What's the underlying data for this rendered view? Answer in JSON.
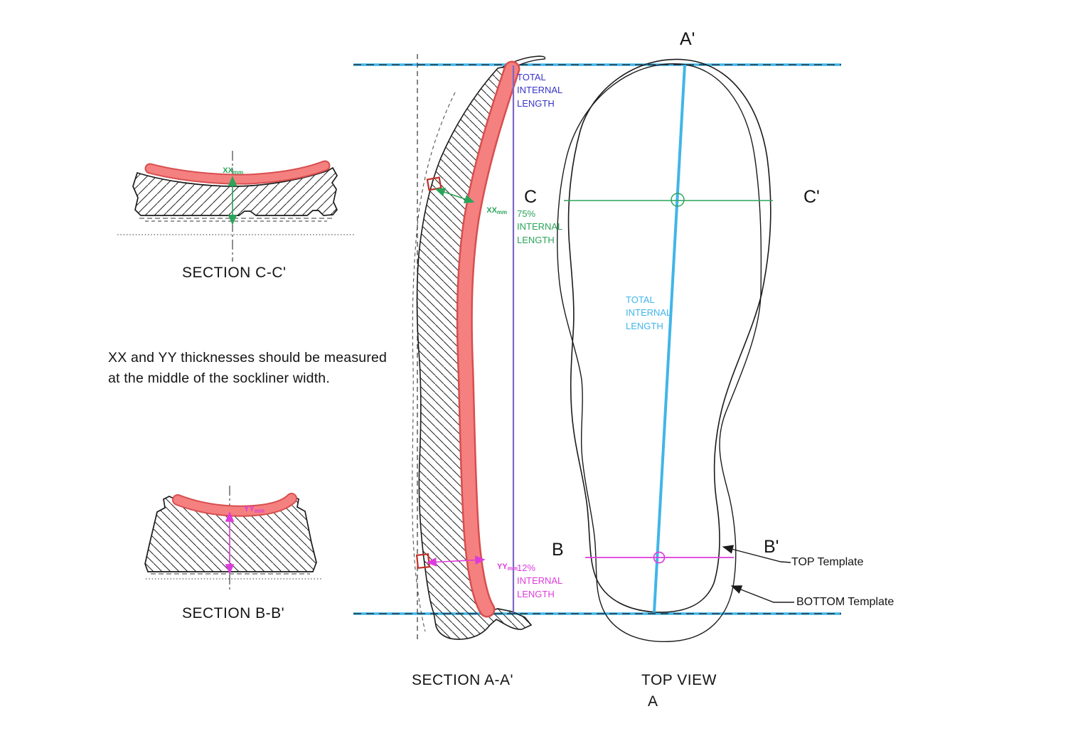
{
  "figure": "Sockliner thickness and internal length measurement diagram",
  "colors": {
    "pink": "#F58080",
    "pink_outline": "#D84E4E",
    "cyan": "#41B5E8",
    "green": "#2BA45A",
    "magenta": "#DC3CDC",
    "purple": "#7C68C4",
    "blue_text": "#3834C8",
    "red_marker": "#C03028",
    "line_black": "#1B1B1B"
  },
  "labels": {
    "a_prime": "A'",
    "a": "A",
    "b": "B",
    "b_prime": "B'",
    "c": "C",
    "c_prime": "C'",
    "total_internal_length": "TOTAL INTERNAL LENGTH",
    "pct75": "75% INTERNAL LENGTH",
    "pct12": "12% INTERNAL LENGTH",
    "top_template": "TOP Template",
    "bottom_template": "BOTTOM Template",
    "section_cc": "SECTION C-C'",
    "section_bb": "SECTION B-B'",
    "section_aa": "SECTION A-A'",
    "top_view": "TOP VIEW",
    "xx": "XX",
    "yy": "YY",
    "mm": "mm"
  },
  "note": {
    "line1": "XX and YY thicknesses should be measured",
    "line2": "at the middle of the sockliner width."
  }
}
